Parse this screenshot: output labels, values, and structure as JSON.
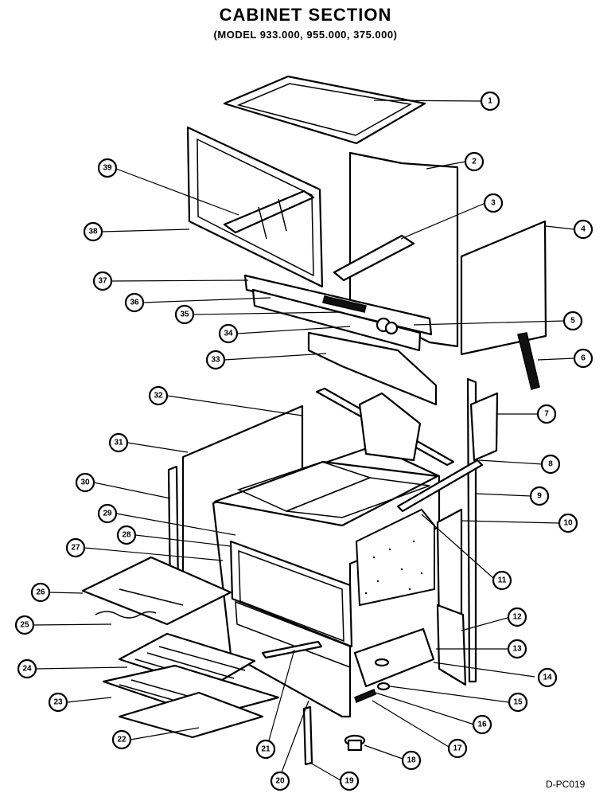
{
  "header": {
    "title": "CABINET SECTION",
    "subtitle": "(MODEL 933.000, 955.000, 375.000)"
  },
  "drawing_code": "D-PC019",
  "callouts": [
    "1",
    "2",
    "3",
    "4",
    "5",
    "6",
    "7",
    "8",
    "9",
    "10",
    "11",
    "12",
    "13",
    "14",
    "15",
    "16",
    "17",
    "18",
    "19",
    "20",
    "21",
    "22",
    "23",
    "24",
    "25",
    "26",
    "27",
    "28",
    "29",
    "30",
    "31",
    "32",
    "33",
    "34",
    "35",
    "36",
    "37",
    "38",
    "39"
  ],
  "colors": {
    "ink": "#000000",
    "paper": "#ffffff"
  }
}
